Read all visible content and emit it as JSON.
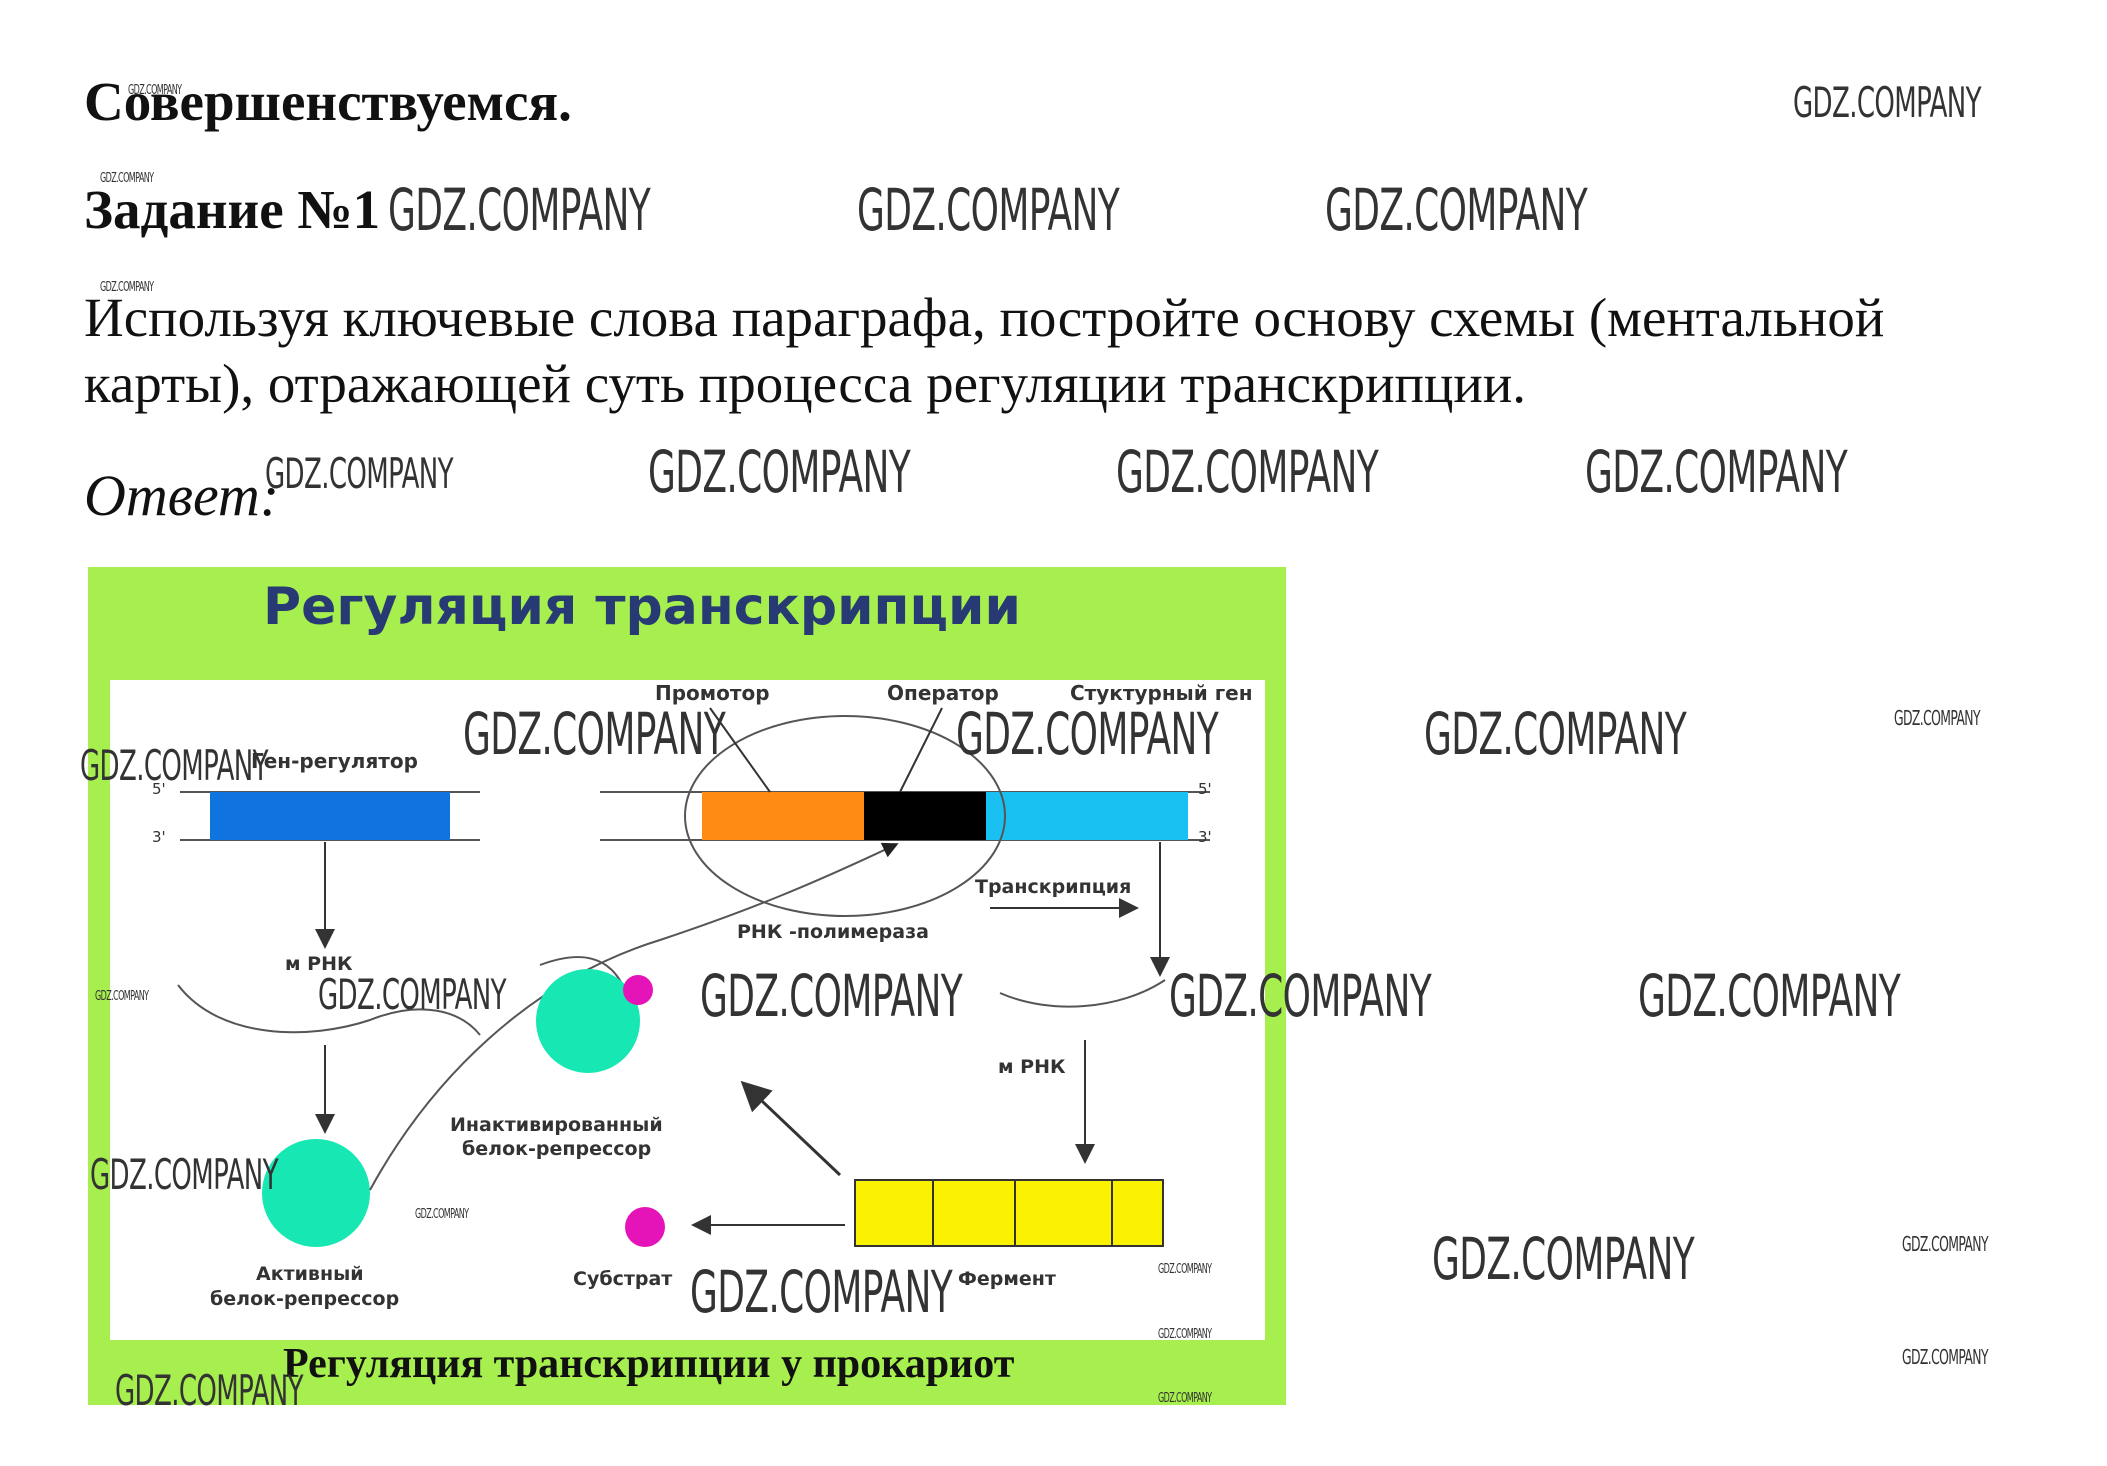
{
  "page": {
    "title": "Совершенствуемся.",
    "task_label": "Задание №1",
    "body": "Используя ключевые слова параграфа, постройте основу схемы (ментальной карты), отражающей суть процесса регуляции транскрипции.",
    "answer_label": "Ответ:"
  },
  "watermark": {
    "text": "GDZ.COMPANY"
  },
  "diagram": {
    "title": "Регуляция транскрипции",
    "caption": "Регуляция транскрипции у прокариот",
    "labels": {
      "promoter": "Промотор",
      "operator": "Оператор",
      "structural_gene": "Стуктурный ген",
      "regulator_gene": "Ген-регулятор",
      "five_prime": "5'",
      "three_prime": "3'",
      "mrna": "м РНК",
      "transcription": "Транскрипция",
      "rna_polymerase": "РНК -полимераза",
      "inactivated_repressor_1": "Инактивированный",
      "inactivated_repressor_2": "белок-репрессор",
      "active_repressor_1": "Активный",
      "active_repressor_2": "белок-репрессор",
      "substrate": "Субстрат",
      "enzyme": "Фермент"
    },
    "colors": {
      "frame": "#a6ef4e",
      "title": "#283a73",
      "regulator_gene": "#0f74e0",
      "promoter": "#ff8a14",
      "operator": "#000000",
      "structural_gene": "#19c1f2",
      "repressor": "#17e8b3",
      "substrate": "#e514b8",
      "enzyme": "#fbf201"
    }
  }
}
